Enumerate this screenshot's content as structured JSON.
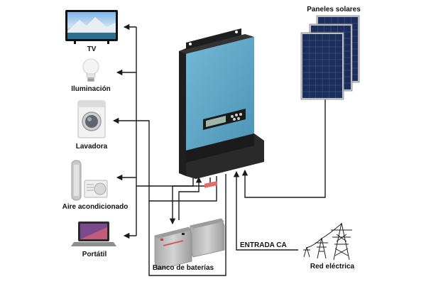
{
  "appliances": [
    {
      "id": "tv",
      "label": "TV",
      "icon": "tv-icon"
    },
    {
      "id": "lighting",
      "label": "Iluminación",
      "icon": "light-bulb-icon"
    },
    {
      "id": "washer",
      "label": "Lavadora",
      "icon": "washing-machine-icon"
    },
    {
      "id": "ac",
      "label": "Aire acondicionado",
      "icon": "air-conditioner-icon"
    },
    {
      "id": "laptop",
      "label": "Portátil",
      "icon": "laptop-icon"
    }
  ],
  "solar": {
    "label": "Paneles solares",
    "icon": "solar-panel-icon"
  },
  "inverter": {
    "icon": "solar-inverter-icon"
  },
  "battery": {
    "label": "Banco de baterías",
    "icon": "battery-icon"
  },
  "grid": {
    "label": "Red eléctrica",
    "input_label": "ENTRADA CA",
    "icon": "power-tower-icon"
  },
  "colors": {
    "wire": "#1a1a1a",
    "inverter_face": "#5fa8c8",
    "inverter_body": "#2b2b2b",
    "panel": "#1c2f5c",
    "battery": "#bfbfbf"
  }
}
